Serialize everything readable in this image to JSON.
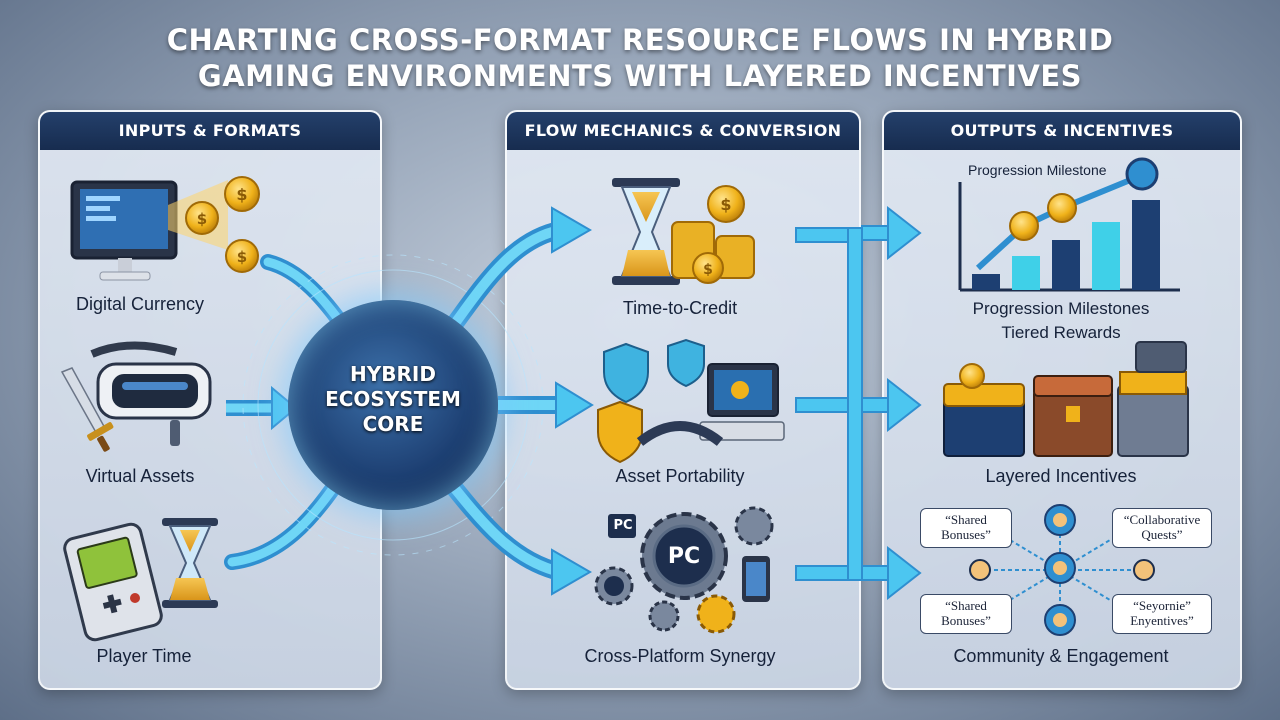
{
  "title": {
    "line1": "CHARTING CROSS-FORMAT RESOURCE FLOWS IN HYBRID",
    "line2": "GAMING ENVIRONMENTS WITH LAYERED INCENTIVES"
  },
  "panels": {
    "inputs": {
      "header": "INPUTS & FORMATS",
      "items": [
        "Digital Currency",
        "Virtual Assets",
        "Player Time"
      ]
    },
    "flow": {
      "header": "FLOW MECHANICS & CONVERSION",
      "items": [
        "Time-to-Credit",
        "Asset Portability",
        "Cross-Platform Synergy"
      ],
      "pc_badge": "PC",
      "pc_gear": "PC"
    },
    "outputs": {
      "header": "OUTPUTS & INCENTIVES",
      "chart_label": "Progression Milestone",
      "items": [
        "Progression Milestones",
        "Tiered Rewards",
        "Layered Incentives",
        "Community & Engagement"
      ],
      "bubbles": {
        "top_left": "“Shared Bonuses”",
        "top_right": "“Collaborative Quests”",
        "bottom_left": "“Shared Bonuses”",
        "bottom_right": "“Seyornie” Enyentives”"
      }
    }
  },
  "core": {
    "line1": "HYBRID",
    "line2": "ECOSYSTEM",
    "line3": "CORE"
  },
  "colors": {
    "arrow": "#4cc6f0",
    "panel_header": "#1d355d",
    "accent_gold": "#f3b61f"
  }
}
